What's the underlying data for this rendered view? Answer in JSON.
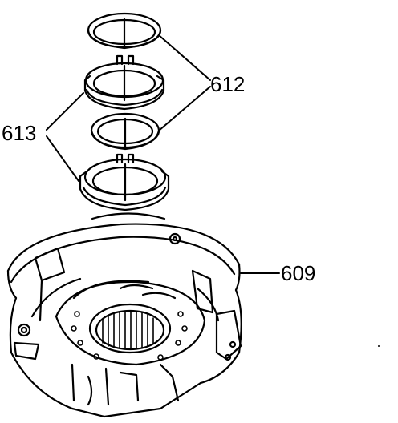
{
  "labels": {
    "ring_a": "612",
    "ring_b": "613",
    "housing": "609"
  },
  "colors": {
    "line": "#000000",
    "background": "#ffffff"
  }
}
